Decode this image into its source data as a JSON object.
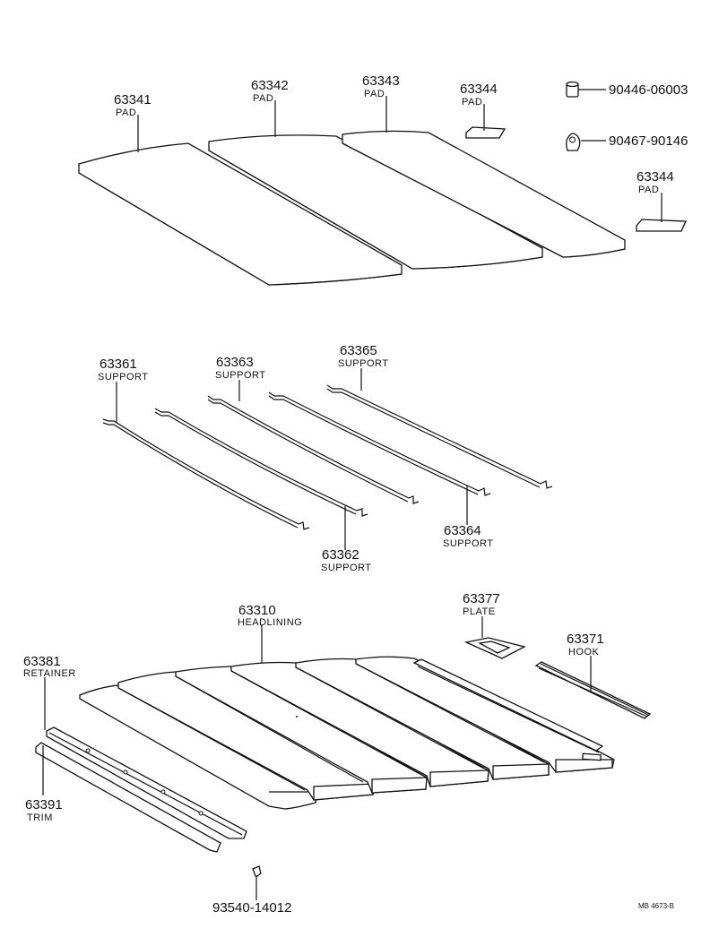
{
  "diagram": {
    "labels": {
      "p63341": {
        "number": "63341",
        "name": "PAD"
      },
      "p63342": {
        "number": "63342",
        "name": "PAD"
      },
      "p63343": {
        "number": "63343",
        "name": "PAD"
      },
      "p63344a": {
        "number": "63344",
        "name": "PAD"
      },
      "p63344b": {
        "number": "63344",
        "name": "PAD"
      },
      "p90446": {
        "number": "90446-06003"
      },
      "p90467": {
        "number": "90467-90146"
      },
      "p63361": {
        "number": "63361",
        "name": "SUPPORT"
      },
      "p63362": {
        "number": "63362",
        "name": "SUPPORT"
      },
      "p63363": {
        "number": "63363",
        "name": "SUPPORT"
      },
      "p63364": {
        "number": "63364",
        "name": "SUPPORT"
      },
      "p63365": {
        "number": "63365",
        "name": "SUPPORT"
      },
      "p63310": {
        "number": "63310",
        "name": "HEADLINING"
      },
      "p63377": {
        "number": "63377",
        "name": "PLATE"
      },
      "p63371": {
        "number": "63371",
        "name": "HOOK"
      },
      "p63381": {
        "number": "63381",
        "name": "RETAINER"
      },
      "p63391": {
        "number": "63391",
        "name": "TRIM"
      },
      "p93540": {
        "number": "93540-14012"
      }
    },
    "reference_code": "MB 4673-B"
  }
}
